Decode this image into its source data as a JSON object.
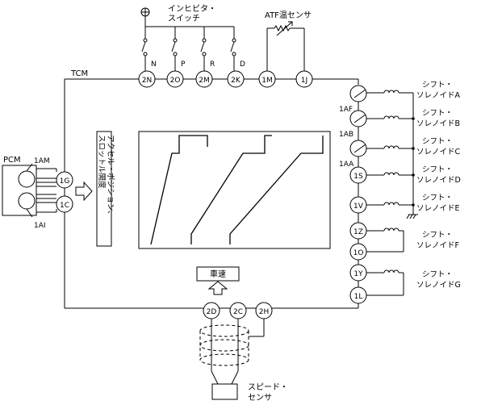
{
  "inhibitor_switch": {
    "title_line1": "インヒビタ・",
    "title_line2": "スイッチ",
    "positions": [
      "N",
      "P",
      "R",
      "D"
    ]
  },
  "atf_sensor": {
    "title": "ATF温センサ"
  },
  "tcm": {
    "label": "TCM"
  },
  "pcm": {
    "label": "PCM"
  },
  "terminals": {
    "t2N": "2N",
    "t2O": "2O",
    "t2M": "2M",
    "t2K": "2K",
    "t1M": "1M",
    "t1J": "1J",
    "t1G": "1G",
    "t1C": "1C",
    "t1AF": "1AF",
    "t1AB": "1AB",
    "t1AA": "1AA",
    "t1S": "1S",
    "t1V": "1V",
    "t1Z": "1Z",
    "t1O": "1O",
    "t1Y": "1Y",
    "t1L": "1L",
    "t2D": "2D",
    "t2C": "2C",
    "t2H": "2H",
    "t1AM": "1AM",
    "t1AI": "1AI"
  },
  "solenoids": {
    "shift_line1": "シフト・",
    "a": "ソレノイドA",
    "b": "ソレノイドB",
    "c": "ソレノイドC",
    "d": "ソレノイドD",
    "e": "ソレノイドE",
    "f": "ソレノイドF",
    "g": "ソレノイドG"
  },
  "accel_box": {
    "line1": "アクセル・ポジション、",
    "line2": "スロットル開度"
  },
  "vehicle_speed": {
    "label": "車速"
  },
  "speed_sensor": {
    "line1": "スピード・",
    "line2": "センサ"
  }
}
